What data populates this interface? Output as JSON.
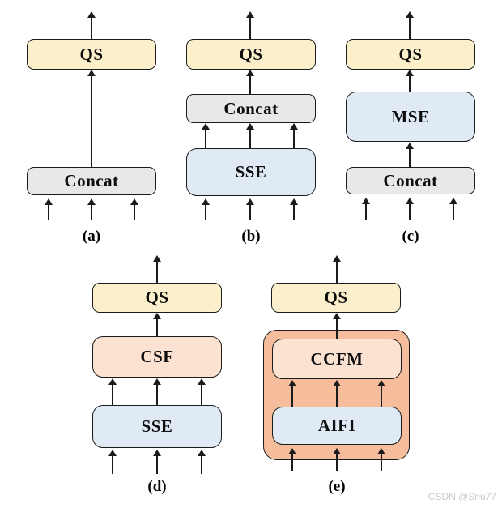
{
  "diagram": {
    "panels": [
      {
        "caption": "(a)",
        "boxes": [
          {
            "name": "qs",
            "label": "QS"
          },
          {
            "name": "concat",
            "label": "Concat"
          }
        ]
      },
      {
        "caption": "(b)",
        "boxes": [
          {
            "name": "qs",
            "label": "QS"
          },
          {
            "name": "concat",
            "label": "Concat"
          },
          {
            "name": "sse",
            "label": "SSE"
          }
        ]
      },
      {
        "caption": "(c)",
        "boxes": [
          {
            "name": "qs",
            "label": "QS"
          },
          {
            "name": "mse",
            "label": "MSE"
          },
          {
            "name": "concat",
            "label": "Concat"
          }
        ]
      },
      {
        "caption": "(d)",
        "boxes": [
          {
            "name": "qs",
            "label": "QS"
          },
          {
            "name": "csf",
            "label": "CSF"
          },
          {
            "name": "sse",
            "label": "SSE"
          }
        ]
      },
      {
        "caption": "(e)",
        "boxes": [
          {
            "name": "qs",
            "label": "QS"
          },
          {
            "name": "ccfm",
            "label": "CCFM"
          },
          {
            "name": "aifi",
            "label": "AIFI"
          }
        ]
      }
    ],
    "colors": {
      "qs_fill": "#fcf0cc",
      "concat_fill": "#e8e8e8",
      "encoder_fill": "#dfeaf5",
      "fusion_fill": "#fbe2d1",
      "container_fill": "#f5bd9b",
      "line": "#1b1b1b"
    }
  },
  "watermark": "CSDN @Snu77"
}
